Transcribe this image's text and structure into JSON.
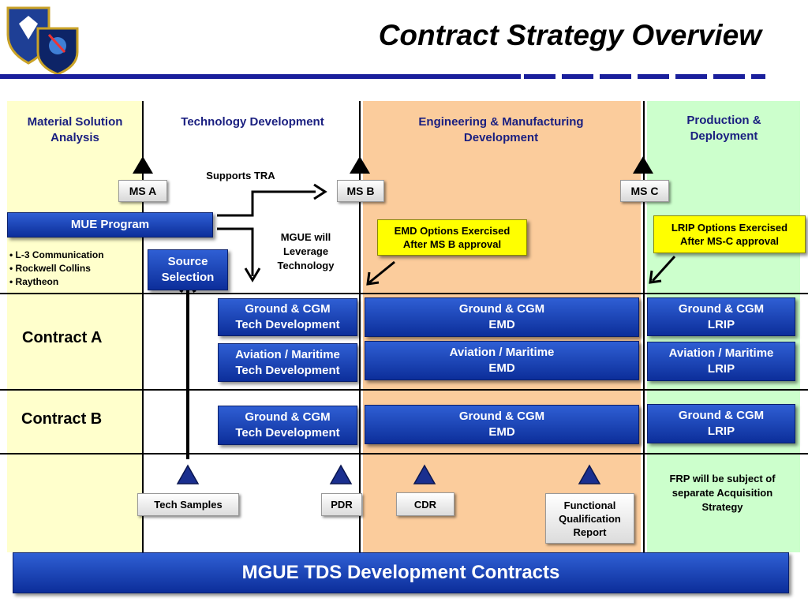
{
  "title": "Contract Strategy Overview",
  "phases": [
    {
      "label_lines": [
        "Material Solution",
        "Analysis"
      ]
    },
    {
      "label_lines": [
        "Technology Development"
      ]
    },
    {
      "label_lines": [
        "Engineering & Manufacturing",
        "Development"
      ]
    },
    {
      "label_lines": [
        "Production &",
        "Deployment"
      ]
    }
  ],
  "milestones": [
    "MS A",
    "MS B",
    "MS C"
  ],
  "supports_tra": "Supports TRA",
  "mue_program": "MUE Program",
  "vendors": [
    "• L-3 Communication",
    "• Rockwell Collins",
    "• Raytheon"
  ],
  "source_selection": [
    "Source",
    "Selection"
  ],
  "mgue_leverage": [
    "MGUE will",
    "Leverage",
    "Technology"
  ],
  "emd_options": [
    "EMD Options Exercised",
    "After MS B approval"
  ],
  "lrip_options": [
    "LRIP Options Exercised",
    "After MS-C approval"
  ],
  "contract_a": {
    "label": "Contract A",
    "td_ground": [
      "Ground & CGM",
      "Tech Development"
    ],
    "td_aviation": [
      "Aviation / Maritime",
      "Tech Development"
    ],
    "emd_ground": [
      "Ground & CGM",
      "EMD"
    ],
    "emd_aviation": [
      "Aviation / Maritime",
      "EMD"
    ],
    "lrip_ground": [
      "Ground & CGM",
      "LRIP"
    ],
    "lrip_aviation": [
      "Aviation / Maritime",
      "LRIP"
    ]
  },
  "contract_b": {
    "label": "Contract B",
    "td_ground": [
      "Ground & CGM",
      "Tech Development"
    ],
    "emd_ground": [
      "Ground & CGM",
      "EMD"
    ],
    "lrip_ground": [
      "Ground & CGM",
      "LRIP"
    ]
  },
  "events": {
    "tech_samples": "Tech Samples",
    "pdr": "PDR",
    "cdr": "CDR",
    "fqr": [
      "Functional",
      "Qualification",
      "Report"
    ]
  },
  "frp_note": [
    "FRP will be subject of",
    "separate Acquisition",
    "Strategy"
  ],
  "footer_banner": "MGUE TDS Development Contracts",
  "colors": {
    "msa_bg": "#ffffcc",
    "emd_bg": "#fbcc9c",
    "pd_bg": "#ccffcc",
    "header_blue": "#1a1f9c",
    "box_blue": "#1440b8",
    "note_yellow": "#ffff00"
  }
}
